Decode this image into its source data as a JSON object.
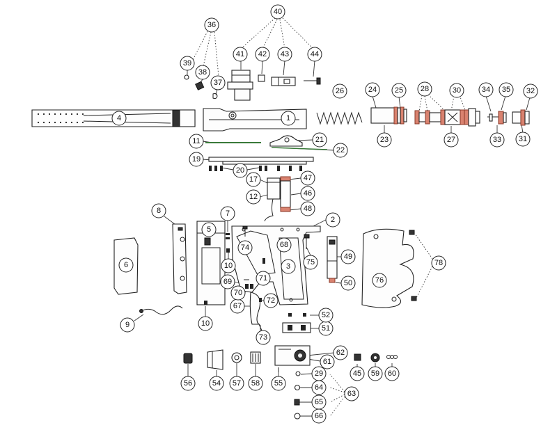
{
  "callouts": {
    "c1": "1",
    "c2": "2",
    "c3": "3",
    "c4": "4",
    "c5": "5",
    "c6": "6",
    "c7": "7",
    "c8": "8",
    "c9": "9",
    "c10a": "10",
    "c10b": "10",
    "c11": "11",
    "c12": "12",
    "c17": "17",
    "c19": "19",
    "c20": "20",
    "c21": "21",
    "c22": "22",
    "c23": "23",
    "c24": "24",
    "c25": "25",
    "c26": "26",
    "c27": "27",
    "c28": "28",
    "c29": "29",
    "c30": "30",
    "c31": "31",
    "c32": "32",
    "c33": "33",
    "c34": "34",
    "c35": "35",
    "c36": "36",
    "c37": "37",
    "c38": "38",
    "c39": "39",
    "c40": "40",
    "c41": "41",
    "c42": "42",
    "c43": "43",
    "c44": "44",
    "c45": "45",
    "c46": "46",
    "c47": "47",
    "c48": "48",
    "c49": "49",
    "c50": "50",
    "c51": "51",
    "c52": "52",
    "c54": "54",
    "c55": "55",
    "c56": "56",
    "c57": "57",
    "c58": "58",
    "c59": "59",
    "c60": "60",
    "c61": "61",
    "c62": "62",
    "c63": "63",
    "c64": "64",
    "c65": "65",
    "c66": "66",
    "c67": "67",
    "c68": "68",
    "c69": "69",
    "c70": "70",
    "c71": "71",
    "c72": "72",
    "c73": "73",
    "c74": "74",
    "c75": "75",
    "c76": "76",
    "c78": "78"
  },
  "colors": {
    "line": "#222222",
    "o_ring_highlight": "#d9826f",
    "background": "#ffffff"
  }
}
